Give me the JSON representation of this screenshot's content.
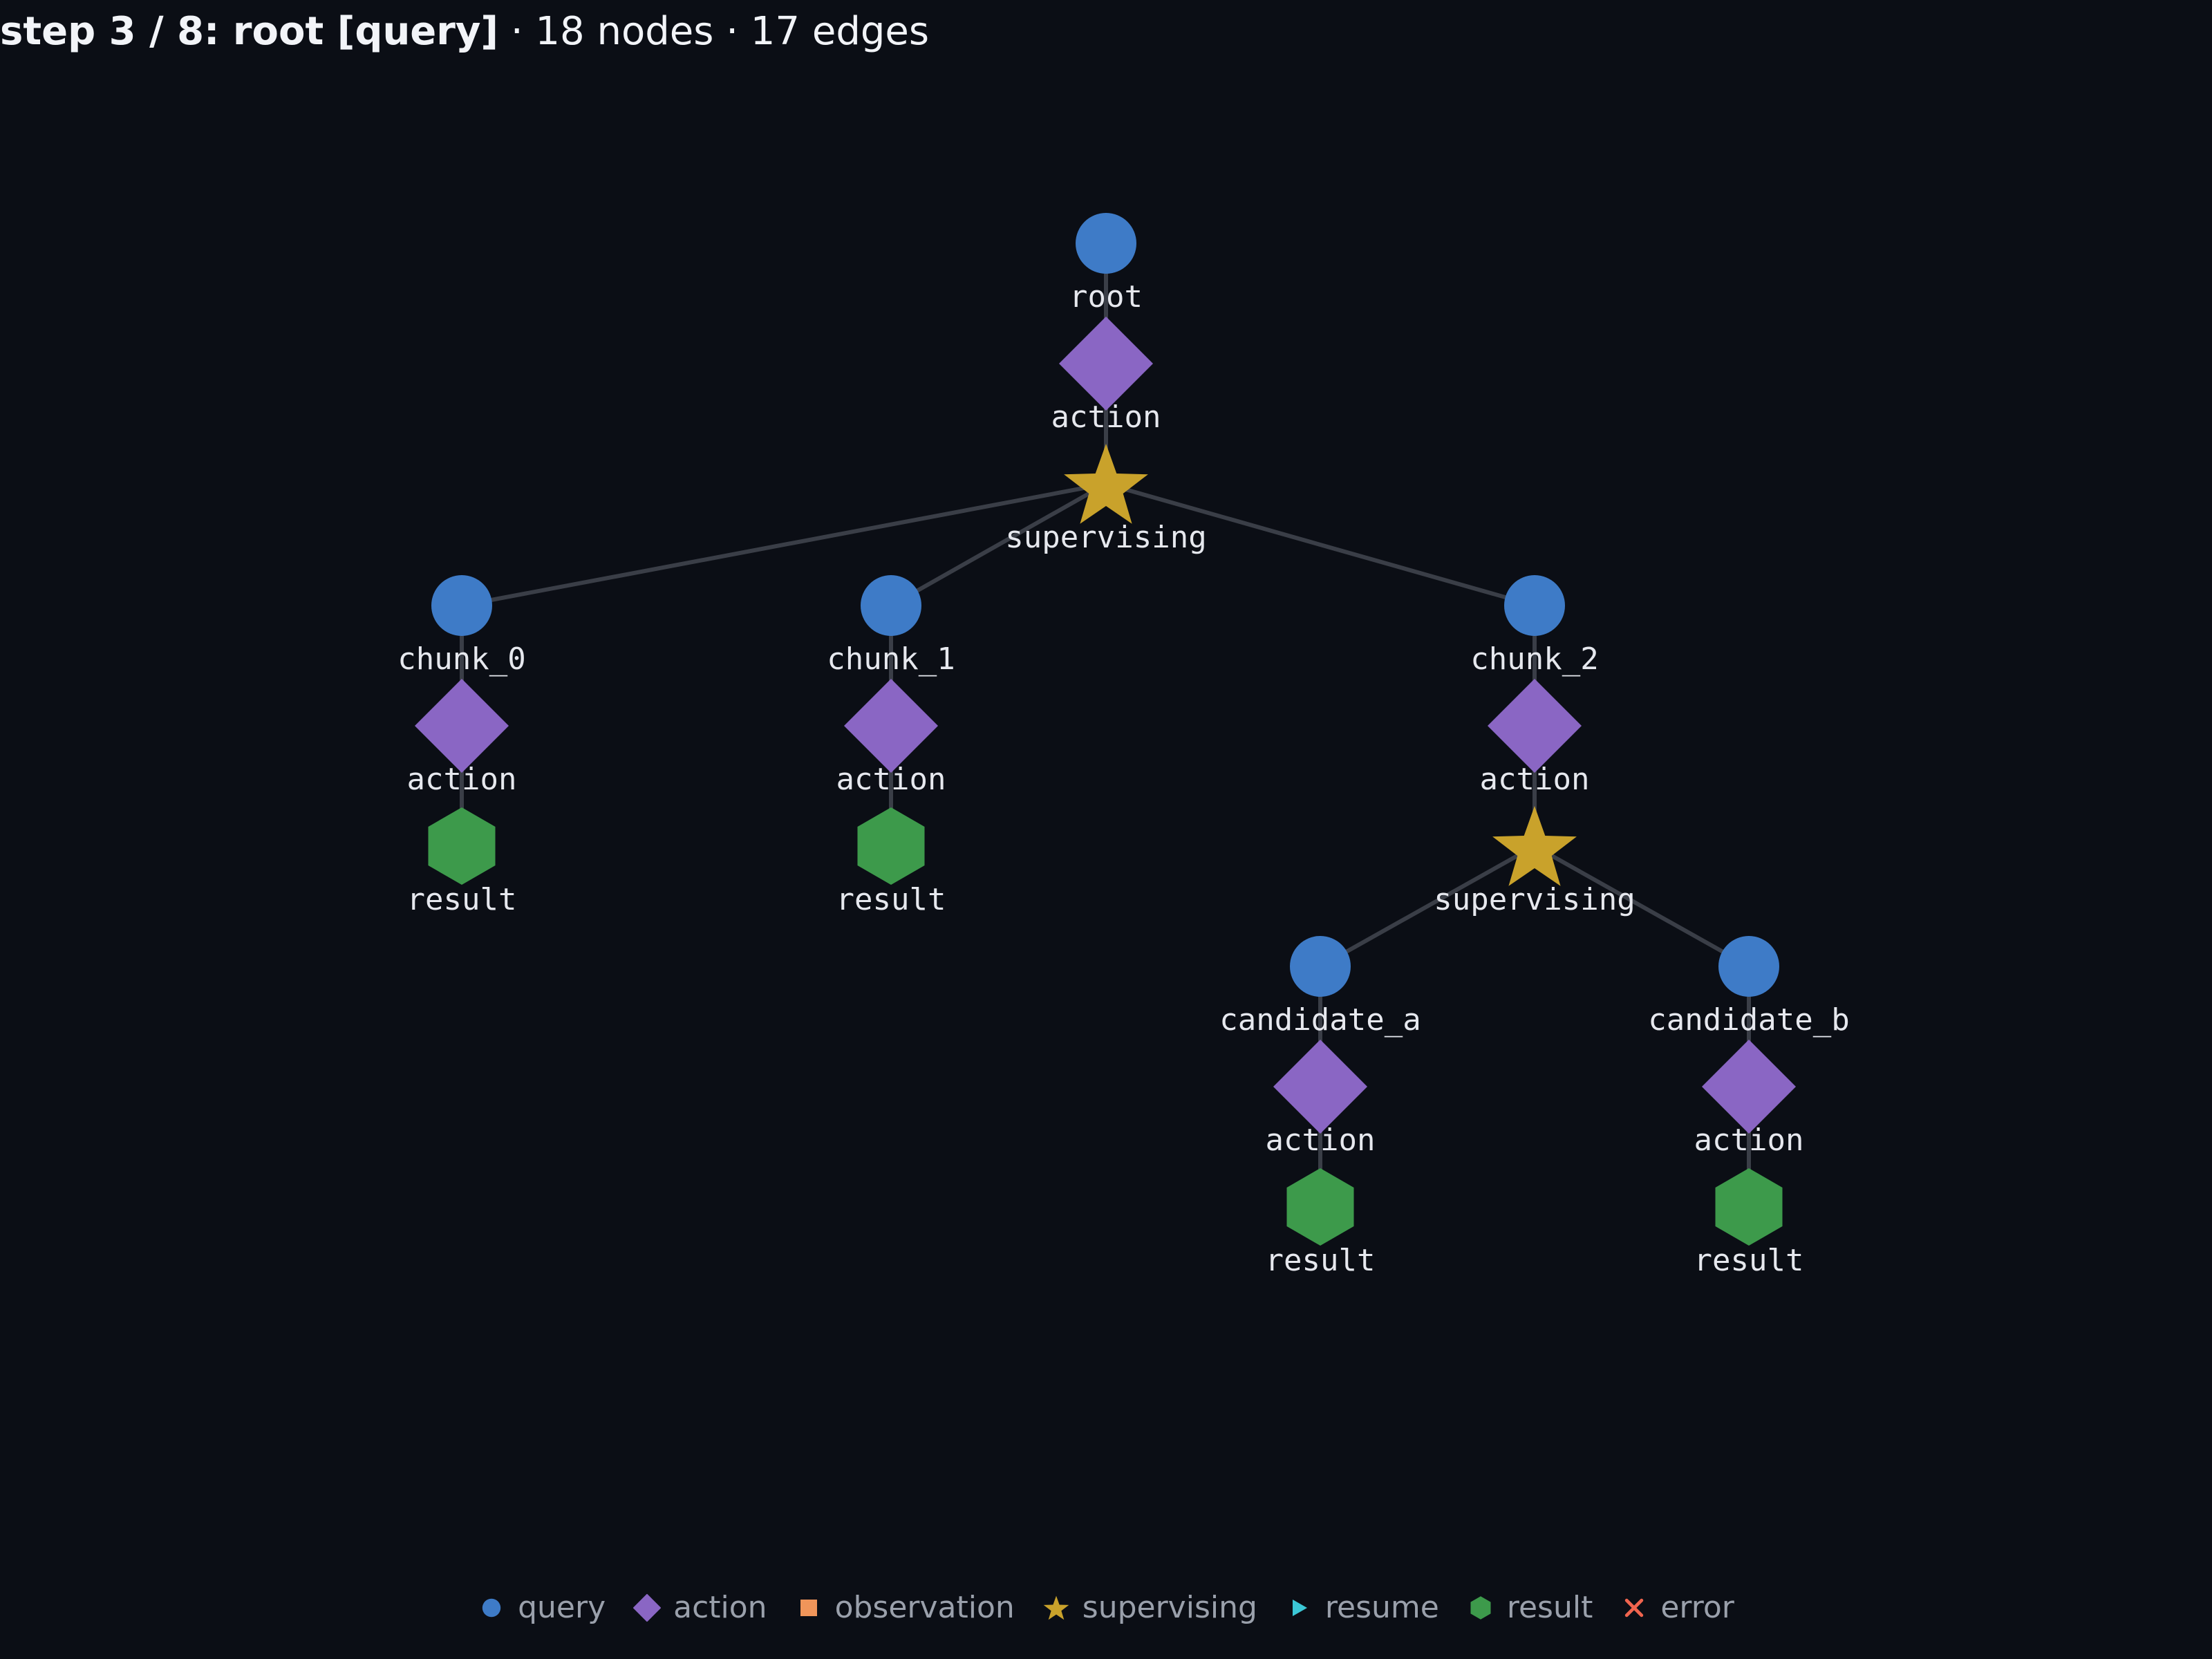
{
  "header": {
    "step_title": "step 3 / 8: root [query]",
    "stats": "· 18 nodes · 17 edges"
  },
  "colors": {
    "query": "#3e7bc7",
    "action": "#8a66c4",
    "observation": "#f0955a",
    "supervising": "#c9a22b",
    "resume": "#3bc7d6",
    "result": "#3d9a4b",
    "error": "#f0644e",
    "edge": "#3a3e47",
    "background": "#0b0e15"
  },
  "legend": [
    {
      "kind": "query",
      "label": "query",
      "icon": "circle-icon"
    },
    {
      "kind": "action",
      "label": "action",
      "icon": "diamond-icon"
    },
    {
      "kind": "observation",
      "label": "observation",
      "icon": "square-icon"
    },
    {
      "kind": "supervising",
      "label": "supervising",
      "icon": "star-icon"
    },
    {
      "kind": "resume",
      "label": "resume",
      "icon": "triangle-right-icon"
    },
    {
      "kind": "result",
      "label": "result",
      "icon": "hexagon-icon"
    },
    {
      "kind": "error",
      "label": "error",
      "icon": "cross-icon"
    }
  ],
  "graph": {
    "nodes": [
      {
        "id": "root",
        "kind": "query",
        "label": "root"
      },
      {
        "id": "root_action",
        "kind": "action",
        "label": "action"
      },
      {
        "id": "root_sup",
        "kind": "supervising",
        "label": "supervising"
      },
      {
        "id": "chunk_0",
        "kind": "query",
        "label": "chunk_0"
      },
      {
        "id": "chunk_0_action",
        "kind": "action",
        "label": "action"
      },
      {
        "id": "chunk_0_result",
        "kind": "result",
        "label": "result"
      },
      {
        "id": "chunk_1",
        "kind": "query",
        "label": "chunk_1"
      },
      {
        "id": "chunk_1_action",
        "kind": "action",
        "label": "action"
      },
      {
        "id": "chunk_1_result",
        "kind": "result",
        "label": "result"
      },
      {
        "id": "chunk_2",
        "kind": "query",
        "label": "chunk_2"
      },
      {
        "id": "chunk_2_action",
        "kind": "action",
        "label": "action"
      },
      {
        "id": "chunk_2_sup",
        "kind": "supervising",
        "label": "supervising"
      },
      {
        "id": "candidate_a",
        "kind": "query",
        "label": "candidate_a"
      },
      {
        "id": "candidate_a_action",
        "kind": "action",
        "label": "action"
      },
      {
        "id": "candidate_a_result",
        "kind": "result",
        "label": "result"
      },
      {
        "id": "candidate_b",
        "kind": "query",
        "label": "candidate_b"
      },
      {
        "id": "candidate_b_action",
        "kind": "action",
        "label": "action"
      },
      {
        "id": "candidate_b_result",
        "kind": "result",
        "label": "result"
      }
    ],
    "edges": [
      [
        "root",
        "root_action"
      ],
      [
        "root_action",
        "root_sup"
      ],
      [
        "root_sup",
        "chunk_0"
      ],
      [
        "root_sup",
        "chunk_1"
      ],
      [
        "root_sup",
        "chunk_2"
      ],
      [
        "chunk_0",
        "chunk_0_action"
      ],
      [
        "chunk_0_action",
        "chunk_0_result"
      ],
      [
        "chunk_1",
        "chunk_1_action"
      ],
      [
        "chunk_1_action",
        "chunk_1_result"
      ],
      [
        "chunk_2",
        "chunk_2_action"
      ],
      [
        "chunk_2_action",
        "chunk_2_sup"
      ],
      [
        "chunk_2_sup",
        "candidate_a"
      ],
      [
        "chunk_2_sup",
        "candidate_b"
      ],
      [
        "candidate_a",
        "candidate_a_action"
      ],
      [
        "candidate_a_action",
        "candidate_a_result"
      ],
      [
        "candidate_b",
        "candidate_b_action"
      ],
      [
        "candidate_b_action",
        "candidate_b_result"
      ]
    ]
  }
}
